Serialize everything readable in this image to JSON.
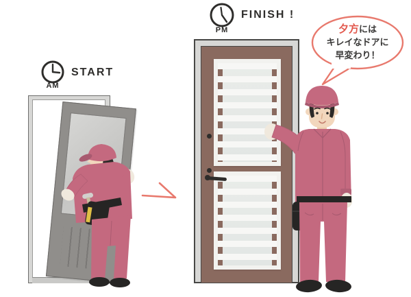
{
  "colors": {
    "accent_coral": "#E8796D",
    "highlight_red": "#E2584D",
    "text_dark": "#2E2D2B",
    "uniform_pink": "#C4697F",
    "old_door_gray": "#908E8B",
    "new_door_brown": "#8A6A5F",
    "metal_frame_gray": "#D7D7D5"
  },
  "before_scene": {
    "clock_icon": "clock-icon",
    "time_badge": "AM",
    "stage_label": "START"
  },
  "after_scene": {
    "clock_icon": "clock-icon",
    "time_badge": "PM",
    "stage_label": "FINISH !"
  },
  "transition": {
    "arrow_icon": "right-arrow-icon"
  },
  "speech_bubble": {
    "line1_highlight": "夕方",
    "line1_rest": "には",
    "line2": "キレイなドアに",
    "line3": "早変わり！"
  }
}
